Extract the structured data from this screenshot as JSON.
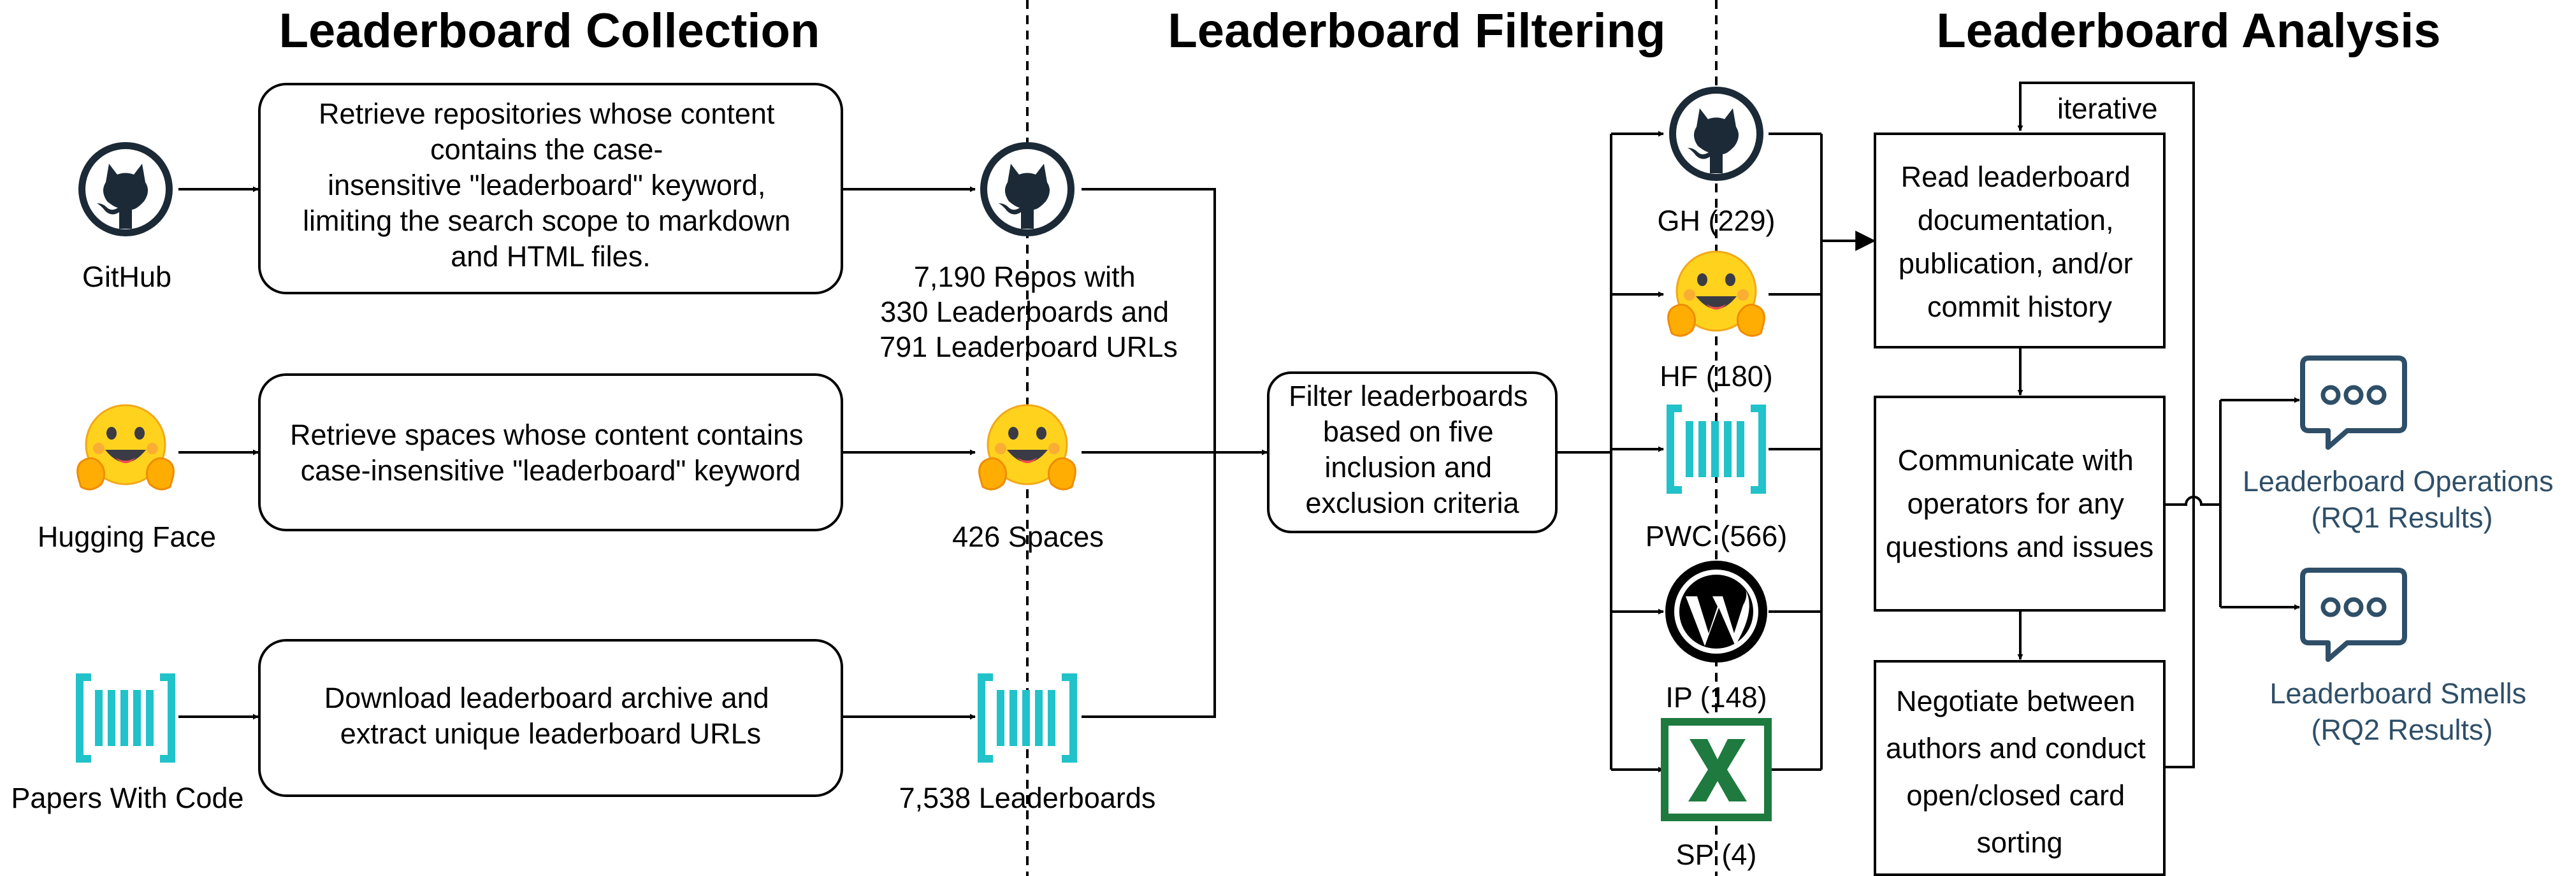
{
  "headings": {
    "collection": "Leaderboard Collection",
    "filtering": "Leaderboard Filtering",
    "analysis": "Leaderboard Analysis"
  },
  "sources": {
    "github": "GitHub",
    "huggingface": "Hugging Face",
    "pwc": "Papers With Code"
  },
  "steps": {
    "github": [
      "Retrieve repositories whose content",
      "contains the case-",
      "insensitive \"leaderboard\" keyword,",
      "limiting the search scope to markdown",
      "and HTML files."
    ],
    "huggingface": [
      "Retrieve spaces whose content contains",
      "case-insensitive \"leaderboard\" keyword"
    ],
    "pwc": [
      "Download leaderboard archive and",
      "extract unique leaderboard URLs"
    ]
  },
  "results": {
    "github": [
      "7,190 Repos with",
      "330 Leaderboards and",
      "791 Leaderboard URLs"
    ],
    "huggingface": [
      "426 Spaces"
    ],
    "pwc": [
      "7,538 Leaderboards"
    ]
  },
  "filter": [
    "Filter leaderboards",
    "based on five",
    "inclusion and",
    "exclusion criteria"
  ],
  "platforms": {
    "gh": "GH (229)",
    "hf": "HF (180)",
    "pwc": "PWC (566)",
    "ip": "IP (148)",
    "sp": "SP (4)"
  },
  "analysis": {
    "iterative": "iterative",
    "read": [
      "Read leaderboard",
      "documentation,",
      "publication, and/or",
      "commit history"
    ],
    "communicate": [
      "Communicate with",
      "operators for any",
      "questions and issues"
    ],
    "negotiate": [
      "Negotiate between",
      "authors and conduct",
      "open/closed card",
      "sorting"
    ]
  },
  "outcomes": {
    "operations": [
      "Leaderboard Operations",
      "(RQ1 Results)"
    ],
    "smells": [
      "Leaderboard Smells",
      "(RQ2 Results)"
    ]
  },
  "icons": {
    "github": "github-octocat-icon",
    "huggingface": "hugging-face-emoji-icon",
    "pwc": "papers-with-code-icon",
    "wordpress": "wordpress-icon",
    "excel": "excel-spreadsheet-icon",
    "chat": "chat-bubble-icon"
  },
  "colors": {
    "github": "#1b2a36",
    "pwc": "#21c2c9",
    "huggingface": "#ffd21e",
    "excel": "#1e7a3f",
    "chat": "#2f4f68"
  }
}
